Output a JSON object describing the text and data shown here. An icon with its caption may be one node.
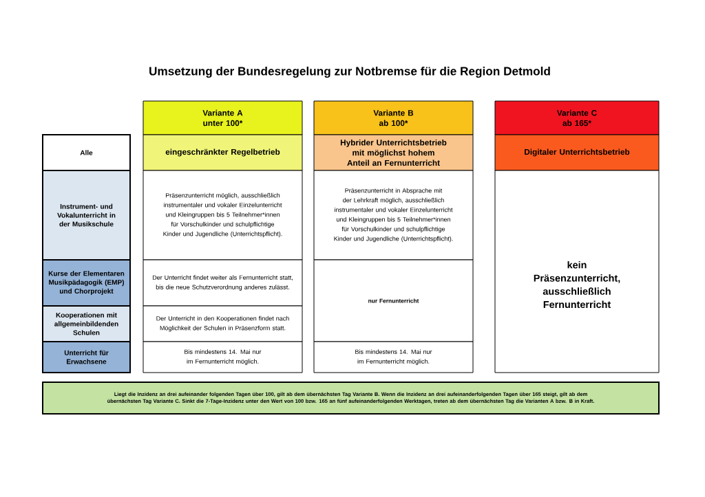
{
  "diagram": {
    "title": "Umsetzung der Bundesregelung zur Notbremse für die Region Detmold",
    "nodes": [
      {
        "text": [
          "Variante A",
          "unter 100*"
        ]
      },
      {
        "text": [
          "Variante B",
          "ab 100*"
        ]
      },
      {
        "text": [
          "Variante C",
          "ab 165*"
        ]
      },
      {
        "text": [
          "Alle"
        ]
      },
      {
        "text": [
          "eingeschränkter Regelbetrieb"
        ]
      },
      {
        "text": [
          "Hybrider Unterrichtsbetrieb mit möglichst hohem Anteil an Fernunterricht"
        ]
      },
      {
        "text": [
          "Digitaler Unterrichtsbetrieb"
        ]
      },
      {
        "text": [
          "Instrument- und Vokalunterricht in der Musikschule"
        ]
      },
      {
        "text": [
          "Präsenzunterricht möglich, ausschließlich instrumentaler und vokaler Einzelunterricht und Kleingruppen bis 5 Teilnehmer*innen für Vorschulkinder und schulpflichtige Kinder und Jugendliche (Unterrichtspflicht)."
        ]
      },
      {
        "text": [
          "Präsenzunterricht in Absprache mit der Lehrkraft möglich, ausschließlich instrumentaler und vokaler Einzelunterricht und Kleingruppen bis 5 Teilnehmer*innen für Vorschulkinder und schulpflichtige Kinder und Jugendliche (Unterrichtspflicht)."
        ]
      },
      {
        "text": [
          "kein Präsenzunterricht, ausschließlich Fernunterricht"
        ]
      },
      {
        "text": [
          "Kurse der Elementaren Musikpädagogik (EMP) und Chorprojekt"
        ]
      },
      {
        "text": [
          "Der Unterricht findet weiter als Fernunterricht statt, bis die neue Schutzverordnung anderes zulässt."
        ]
      },
      {
        "text": [
          "nur Fernunterricht"
        ]
      },
      {
        "text": [
          "Kooperationen mit allgemeinbildenden Schulen"
        ]
      },
      {
        "text": [
          "Der Unterricht in den Kooperationen findet nach Möglichkeit der Schulen in Präsenzform statt."
        ]
      },
      {
        "text": [
          "Unterricht für Erwachsene"
        ]
      },
      {
        "text": [
          "Bis mindestens 14. Mai nur im Fernunterricht möglich."
        ]
      },
      {
        "text": [
          "Bis mindestens 14. Mai nur im Fernunterricht möglich."
        ]
      },
      {
        "text": [
          "Liegt die Inzidenz an drei aufeinander folgenden Tagen über 100, gilt ab dem übernächsten Tag Variante B. Wenn die Inzidenz an drei aufeinanderfolgenden Tagen über 165 steigt, gilt ab dem übernächsten Tag Variante C. Sinkt die 7-Tage-Inzidenz unter den Wert von 100 bzw. 165 an fünf aufeinanderfolgenden Werktagen, treten ab dem übernächsten Tag die Varianten A bzw. B in Kraft."
        ]
      }
    ]
  }
}
